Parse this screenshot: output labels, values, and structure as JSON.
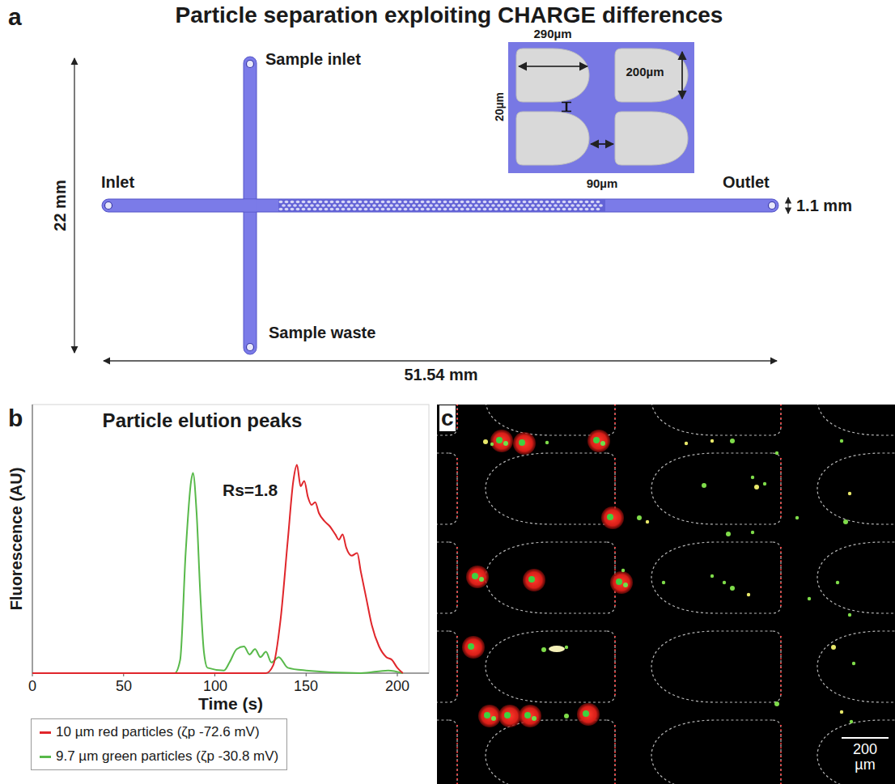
{
  "diagram": {
    "title": "Particle separation exploiting CHARGE differences",
    "labels": [
      "a",
      "Sample inlet",
      "290µm",
      "200µm",
      "22 mm",
      "Inlet",
      "20µm",
      "90µm",
      "Outlet",
      "1.1 mm",
      "Sample waste",
      "51.54 mm",
      "b",
      "Particle elution peaks",
      "Rs=1.8",
      "Fluorescence (AU)",
      "0",
      "50",
      "100",
      "150",
      "200",
      "Time (s)",
      "c",
      "200 µm"
    ],
    "legend": [
      {
        "text": "10 µm red particles (ζp -72.6 mV)"
      },
      {
        "text": "9.7 µm green particles (ζp -30.8 mV)"
      }
    ]
  }
}
